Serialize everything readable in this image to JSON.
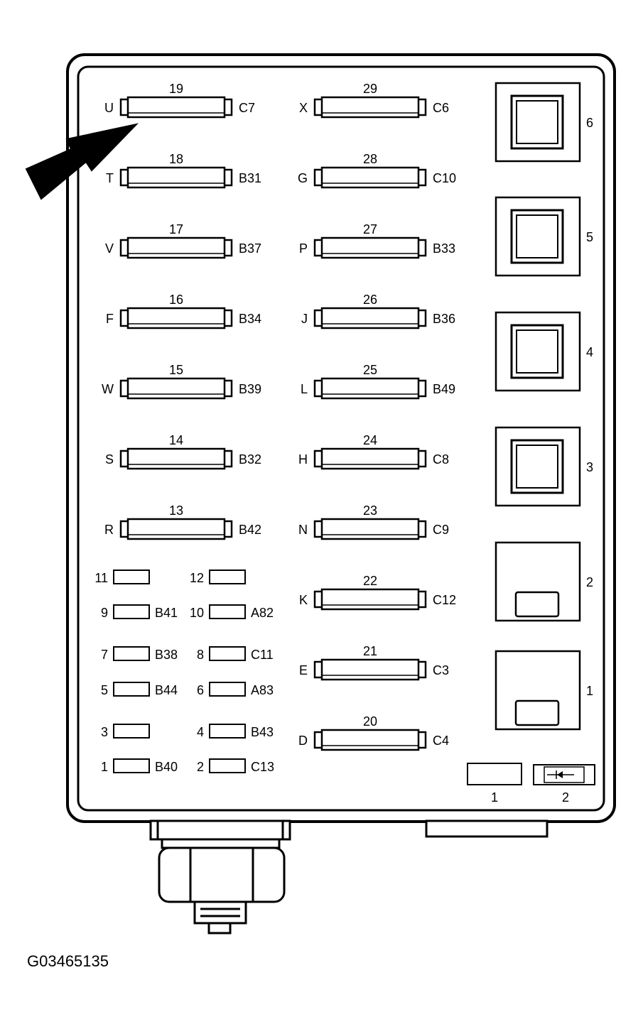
{
  "figure_code": "G03465135",
  "large_fuses": [
    {
      "number": "19",
      "left": "U",
      "right": "C7"
    },
    {
      "number": "18",
      "left": "T",
      "right": "B31"
    },
    {
      "number": "17",
      "left": "V",
      "right": "B37"
    },
    {
      "number": "16",
      "left": "F",
      "right": "B34"
    },
    {
      "number": "15",
      "left": "W",
      "right": "B39"
    },
    {
      "number": "14",
      "left": "S",
      "right": "B32"
    },
    {
      "number": "13",
      "left": "R",
      "right": "B42"
    },
    {
      "number": "29",
      "left": "X",
      "right": "C6"
    },
    {
      "number": "28",
      "left": "G",
      "right": "C10"
    },
    {
      "number": "27",
      "left": "P",
      "right": "B33"
    },
    {
      "number": "26",
      "left": "J",
      "right": "B36"
    },
    {
      "number": "25",
      "left": "L",
      "right": "B49"
    },
    {
      "number": "24",
      "left": "H",
      "right": "C8"
    },
    {
      "number": "23",
      "left": "N",
      "right": "C9"
    },
    {
      "number": "22",
      "left": "K",
      "right": "C12"
    },
    {
      "number": "21",
      "left": "E",
      "right": "C3"
    },
    {
      "number": "20",
      "left": "D",
      "right": "C4"
    }
  ],
  "small_fuses": [
    {
      "number": "11",
      "code": ""
    },
    {
      "number": "12",
      "code": ""
    },
    {
      "number": "9",
      "code": "B41"
    },
    {
      "number": "10",
      "code": "A82"
    },
    {
      "number": "7",
      "code": "B38"
    },
    {
      "number": "8",
      "code": "C11"
    },
    {
      "number": "5",
      "code": "B44"
    },
    {
      "number": "6",
      "code": "A83"
    },
    {
      "number": "3",
      "code": ""
    },
    {
      "number": "4",
      "code": "B43"
    },
    {
      "number": "1",
      "code": "B40"
    },
    {
      "number": "2",
      "code": "C13"
    }
  ],
  "relays": [
    {
      "number": "6"
    },
    {
      "number": "5"
    },
    {
      "number": "4"
    },
    {
      "number": "3"
    },
    {
      "number": "2"
    },
    {
      "number": "1"
    }
  ],
  "bottom_components": [
    {
      "number": "1"
    },
    {
      "number": "2"
    }
  ]
}
